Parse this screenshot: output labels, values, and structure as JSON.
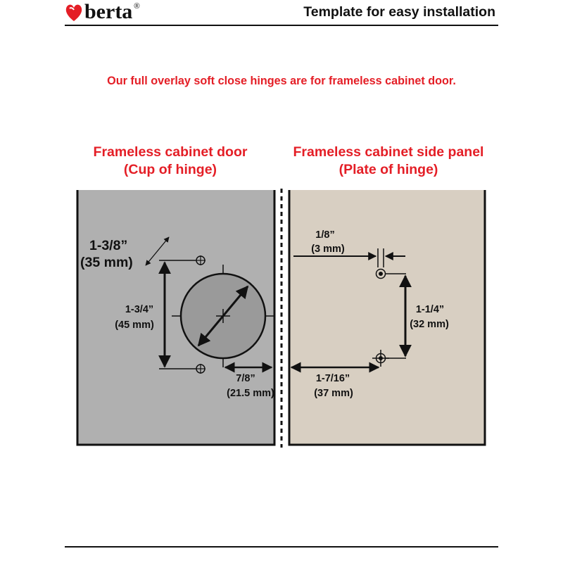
{
  "header": {
    "brand": "berta",
    "registered_mark": "®",
    "title": "Template for easy installation"
  },
  "intro_text": "Our full overlay soft close hinges are for frameless cabinet door.",
  "left_panel": {
    "heading_line1": "Frameless cabinet door",
    "heading_line2": "(Cup of hinge)",
    "cup_diameter": {
      "imperial": "1-3/8”",
      "metric": "(35 mm)"
    },
    "screw_spacing": {
      "imperial": "1-3/4”",
      "metric": "(45 mm)"
    },
    "edge_distance": {
      "imperial": "7/8”",
      "metric": "(21.5 mm)"
    }
  },
  "right_panel": {
    "heading_line1": "Frameless cabinet side panel",
    "heading_line2": "(Plate of hinge)",
    "hole_offset": {
      "imperial": "1/8”",
      "metric": "(3 mm)"
    },
    "hole_spacing": {
      "imperial": "1-1/4”",
      "metric": "(32 mm)"
    },
    "edge_distance": {
      "imperial": "1-7/16”",
      "metric": "(37 mm)"
    }
  },
  "colors": {
    "accent_red": "#e41e26",
    "door_fill": "#b0b0b0",
    "cup_fill": "#9a9a9a",
    "side_panel_fill": "#d8cfc2",
    "line": "#111111"
  }
}
